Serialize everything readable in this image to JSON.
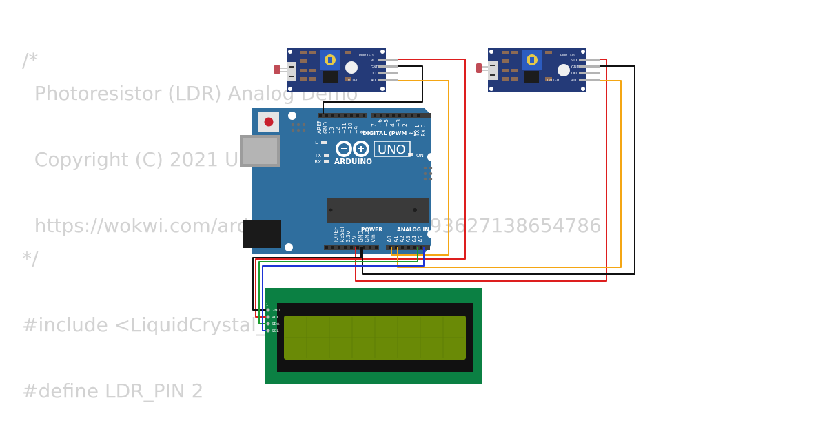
{
  "code_lines": [
    "/*",
    "  Photoresistor (LDR) Analog Demo",
    "",
    "  Copyright (C) 2021 Uri Shaked",
    "",
    "  https://wokwi.com/arduino/projects/305193627138654786",
    "*/",
    "",
    "#include <LiquidCrystal_I2C.h>",
    "",
    "#define LDR_PIN 2"
  ],
  "arduino": {
    "brand": "ARDUINO",
    "model": "UNO",
    "digital_header": "DIGITAL (PWM ~)",
    "power_header": "POWER",
    "analog_header": "ANALOG IN",
    "led_l": "L",
    "led_tx": "TX",
    "led_rx": "RX",
    "led_on": "ON",
    "top_pins": [
      "AREF",
      "GND",
      "13",
      "12",
      "~11",
      "~10",
      "~9",
      "8",
      "7",
      "~6",
      "~5",
      "4",
      "~3",
      "2",
      "TX 1",
      "RX 0"
    ],
    "power_pins": [
      "IOREF",
      "RESET",
      "3.3V",
      "5V",
      "GND",
      "GND",
      "Vin"
    ],
    "analog_pins": [
      "A0",
      "A1",
      "A2",
      "A3",
      "A4",
      "A5"
    ]
  },
  "ldr_module_labels": {
    "pwr_led": "PWR LED",
    "do_led": "DO LED",
    "pins": [
      "VCC",
      "GND",
      "DO",
      "AO"
    ]
  },
  "lcd": {
    "pin_number": "1",
    "pins": [
      "GND",
      "VCC",
      "SDA",
      "SCL"
    ]
  },
  "colors": {
    "code_text": "#d2d2d2",
    "board_blue": "#2f6e9e",
    "module_navy": "#243a78",
    "lcd_green": "#0b8043",
    "lcd_screen": "#6a8a06",
    "wire_red": "#dd1e1e",
    "wire_black": "#111111",
    "wire_yellow": "#f4a614",
    "wire_green": "#1e9c2e",
    "wire_blue": "#1e35d6"
  }
}
